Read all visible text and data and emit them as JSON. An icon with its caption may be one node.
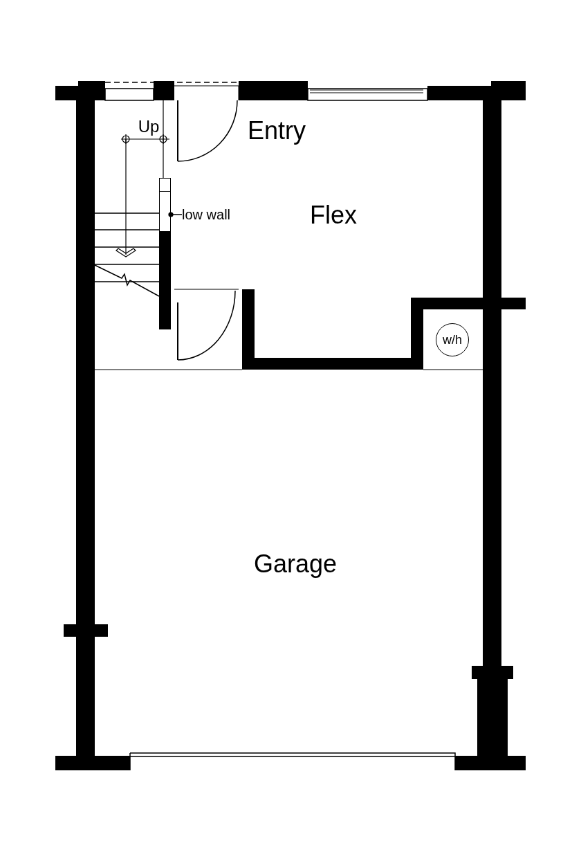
{
  "diagram": {
    "nodes": [
      {
        "text": [
          "low wall"
        ]
      },
      {
        "text": [],
        "shape": "bar"
      },
      {
        "text": [
          "w/h"
        ]
      }
    ],
    "edges": [
      {
        "from": 0,
        "to": 1,
        "arrow": "other"
      }
    ],
    "labels": [
      "Up",
      "Entry",
      "Flex",
      "Garage"
    ]
  }
}
